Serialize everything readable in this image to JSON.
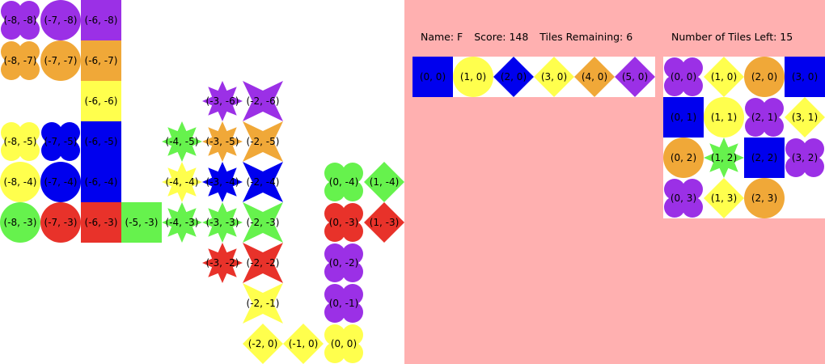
{
  "colors": {
    "purple": "#9b30e6",
    "orange": "#f0a838",
    "yellow": "#ffff4d",
    "blue": "#0000ee",
    "green": "#66f24d",
    "red": "#e8322a"
  },
  "player": {
    "name_label": "Name: F",
    "score_label": "Score: 148",
    "remaining_label": "Tiles Remaining: 6"
  },
  "pool": {
    "header": "Number of Tiles Left: 15"
  },
  "board_tiles": [
    {
      "label": "(-8, -8)",
      "shape": "clover",
      "color": "purple"
    },
    {
      "label": "(-7, -8)",
      "shape": "circle",
      "color": "purple"
    },
    {
      "label": "(-6, -8)",
      "shape": "square",
      "color": "purple"
    },
    {
      "label": "(-8, -7)",
      "shape": "clover",
      "color": "orange"
    },
    {
      "label": "(-7, -7)",
      "shape": "circle",
      "color": "orange"
    },
    {
      "label": "(-6, -7)",
      "shape": "square",
      "color": "orange"
    },
    {
      "label": "(-6, -6)",
      "shape": "square",
      "color": "yellow"
    },
    {
      "label": "(-3, -6)",
      "shape": "star8",
      "color": "purple"
    },
    {
      "label": "(-2, -6)",
      "shape": "star4",
      "color": "purple"
    },
    {
      "label": "(-8, -5)",
      "shape": "clover",
      "color": "yellow"
    },
    {
      "label": "(-7, -5)",
      "shape": "clover",
      "color": "blue"
    },
    {
      "label": "(-6, -5)",
      "shape": "square",
      "color": "blue"
    },
    {
      "label": "(-4, -5)",
      "shape": "star8",
      "color": "green"
    },
    {
      "label": "(-3, -5)",
      "shape": "star8",
      "color": "orange"
    },
    {
      "label": "(-2, -5)",
      "shape": "star4",
      "color": "orange"
    },
    {
      "label": "(-8, -4)",
      "shape": "circle",
      "color": "yellow"
    },
    {
      "label": "(-7, -4)",
      "shape": "circle",
      "color": "blue"
    },
    {
      "label": "(-6, -4)",
      "shape": "square",
      "color": "blue"
    },
    {
      "label": "(-4, -4)",
      "shape": "star8",
      "color": "yellow"
    },
    {
      "label": "(-3, -4)",
      "shape": "star8",
      "color": "blue"
    },
    {
      "label": "(-2, -4)",
      "shape": "star4",
      "color": "blue"
    },
    {
      "label": "(0, -4)",
      "shape": "clover",
      "color": "green"
    },
    {
      "label": "(1, -4)",
      "shape": "diamond",
      "color": "green"
    },
    {
      "label": "(-8, -3)",
      "shape": "circle",
      "color": "green"
    },
    {
      "label": "(-7, -3)",
      "shape": "circle",
      "color": "red"
    },
    {
      "label": "(-6, -3)",
      "shape": "square",
      "color": "red"
    },
    {
      "label": "(-5, -3)",
      "shape": "square",
      "color": "green"
    },
    {
      "label": "(-4, -3)",
      "shape": "star8",
      "color": "green"
    },
    {
      "label": "(-3, -3)",
      "shape": "star8",
      "color": "green"
    },
    {
      "label": "(-2, -3)",
      "shape": "star4",
      "color": "green"
    },
    {
      "label": "(0, -3)",
      "shape": "clover",
      "color": "red"
    },
    {
      "label": "(1, -3)",
      "shape": "diamond",
      "color": "red"
    },
    {
      "label": "(-3, -2)",
      "shape": "star8",
      "color": "red"
    },
    {
      "label": "(-2, -2)",
      "shape": "star4",
      "color": "red"
    },
    {
      "label": "(0, -2)",
      "shape": "clover",
      "color": "purple"
    },
    {
      "label": "(-2, -1)",
      "shape": "star4",
      "color": "yellow"
    },
    {
      "label": "(0, -1)",
      "shape": "clover",
      "color": "purple"
    },
    {
      "label": "(-2, 0)",
      "shape": "diamond",
      "color": "yellow"
    },
    {
      "label": "(-1, 0)",
      "shape": "diamond",
      "color": "yellow"
    },
    {
      "label": "(0, 0)",
      "shape": "clover",
      "color": "yellow"
    }
  ],
  "hand_tiles": [
    {
      "label": "(0, 0)",
      "shape": "square",
      "color": "blue"
    },
    {
      "label": "(1, 0)",
      "shape": "circle",
      "color": "yellow"
    },
    {
      "label": "(2, 0)",
      "shape": "diamond",
      "color": "blue"
    },
    {
      "label": "(3, 0)",
      "shape": "diamond",
      "color": "yellow"
    },
    {
      "label": "(4, 0)",
      "shape": "diamond",
      "color": "orange"
    },
    {
      "label": "(5, 0)",
      "shape": "diamond",
      "color": "purple"
    }
  ],
  "pool_tiles": [
    {
      "label": "(0, 0)",
      "shape": "clover",
      "color": "purple"
    },
    {
      "label": "(1, 0)",
      "shape": "diamond",
      "color": "yellow"
    },
    {
      "label": "(2, 0)",
      "shape": "circle",
      "color": "orange"
    },
    {
      "label": "(3, 0)",
      "shape": "square",
      "color": "blue"
    },
    {
      "label": "(0, 1)",
      "shape": "square",
      "color": "blue"
    },
    {
      "label": "(1, 1)",
      "shape": "circle",
      "color": "yellow"
    },
    {
      "label": "(2, 1)",
      "shape": "clover",
      "color": "purple"
    },
    {
      "label": "(3, 1)",
      "shape": "diamond",
      "color": "yellow"
    },
    {
      "label": "(0, 2)",
      "shape": "circle",
      "color": "orange"
    },
    {
      "label": "(1, 2)",
      "shape": "star8",
      "color": "green"
    },
    {
      "label": "(2, 2)",
      "shape": "square",
      "color": "blue"
    },
    {
      "label": "(3, 2)",
      "shape": "clover",
      "color": "purple"
    },
    {
      "label": "(0, 3)",
      "shape": "clover",
      "color": "purple"
    },
    {
      "label": "(1, 3)",
      "shape": "diamond",
      "color": "yellow"
    },
    {
      "label": "(2, 3)",
      "shape": "circle",
      "color": "orange"
    }
  ]
}
